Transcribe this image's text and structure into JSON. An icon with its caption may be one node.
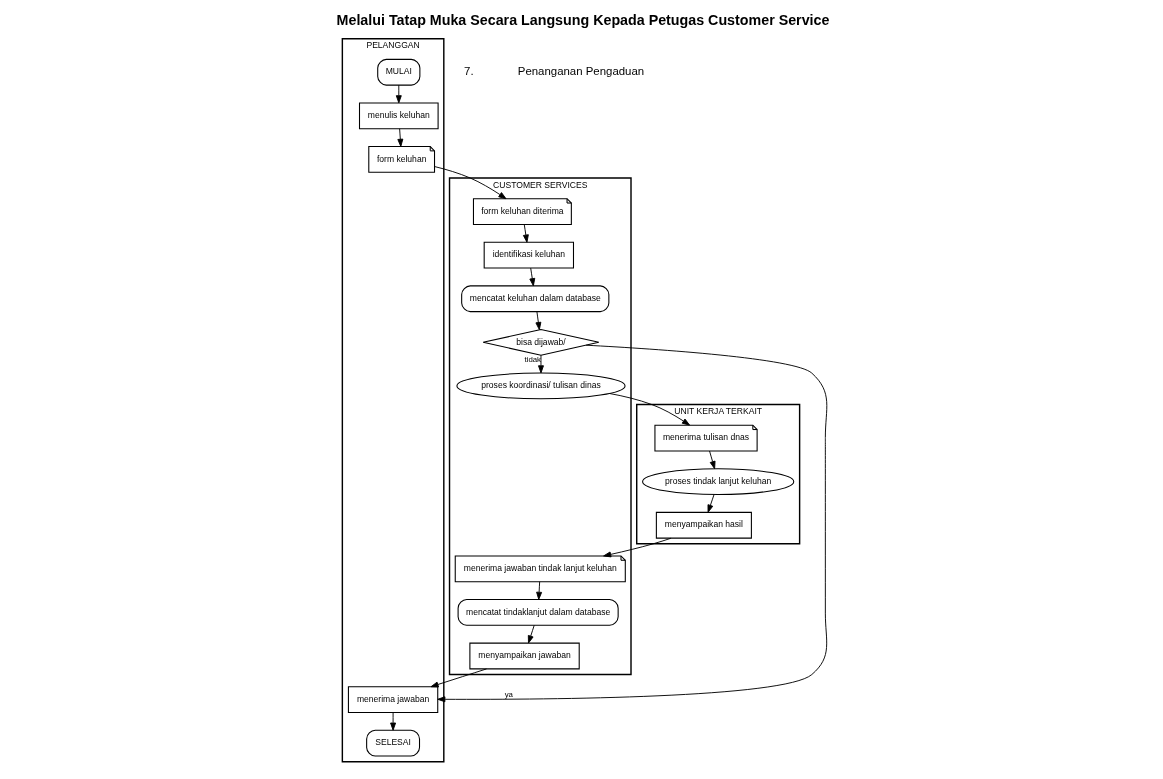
{
  "diagram": {
    "title": "Melalui Tatap Muka Secara Langsung Kepada Petugas Customer Service",
    "nodes": [
      {
        "text": [
          "PELANGGAN"
        ]
      },
      {
        "text": [
          "MULAI"
        ],
        "in": 0
      },
      {
        "text": [
          "menulis keluhan"
        ],
        "in": 0
      },
      {
        "text": [
          "form keluhan"
        ],
        "in": 0
      },
      {
        "text": [
          "menerima jawaban"
        ],
        "in": 0
      },
      {
        "text": [
          "SELESAI"
        ],
        "in": 0
      },
      {
        "text": [
          "CUSTOMER SERVICES"
        ]
      },
      {
        "text": [
          "form keluhan diterima"
        ],
        "in": 6
      },
      {
        "text": [
          "identifikasi keluhan"
        ],
        "in": 6
      },
      {
        "text": [
          "mencatat keluhan dalam database"
        ],
        "in": 6
      },
      {
        "text": [
          "bisa dijawab/"
        ],
        "in": 6
      },
      {
        "text": [
          "proses koordinasi/ tulisan dinas"
        ],
        "in": 6
      },
      {
        "text": [
          "menerima jawaban tindak lanjut keluhan"
        ],
        "in": 6
      },
      {
        "text": [
          "mencatat tindaklanjut dalam database"
        ],
        "in": 6
      },
      {
        "text": [
          "menyampaikan jawaban"
        ],
        "in": 6
      },
      {
        "text": [
          "UNIT KERJA TERKAIT"
        ]
      },
      {
        "text": [
          "menerima tulisan dnas"
        ],
        "in": 15
      },
      {
        "text": [
          "proses tindak lanjut keluhan"
        ],
        "in": 15
      },
      {
        "text": [
          "menyampaikan hasil"
        ],
        "in": 15
      }
    ],
    "edges": [
      {
        "from": 1,
        "to": 2,
        "arrow": "to"
      },
      {
        "from": 2,
        "to": 3,
        "arrow": "to"
      },
      {
        "from": 3,
        "to": 7,
        "arrow": "to"
      },
      {
        "from": 7,
        "to": 8,
        "arrow": "to"
      },
      {
        "from": 8,
        "to": 9,
        "arrow": "to"
      },
      {
        "from": 9,
        "to": 10,
        "arrow": "to"
      },
      {
        "from": 10,
        "to": 4,
        "arrow": "to",
        "label": "ya"
      },
      {
        "from": 10,
        "to": 11,
        "arrow": "to",
        "label": "tidak"
      },
      {
        "from": 11,
        "to": 16,
        "arrow": "to"
      },
      {
        "from": 16,
        "to": 17,
        "arrow": "to"
      },
      {
        "from": 17,
        "to": 18,
        "arrow": "to"
      },
      {
        "from": 18,
        "to": 12,
        "arrow": "to"
      },
      {
        "from": 12,
        "to": 13,
        "arrow": "to"
      },
      {
        "from": 13,
        "to": 14,
        "arrow": "to"
      },
      {
        "from": 14,
        "to": 4,
        "arrow": "to"
      },
      {
        "from": 4,
        "to": 5,
        "arrow": "to"
      }
    ],
    "labels": [
      "7.",
      "Penanganan Pengaduan"
    ]
  }
}
